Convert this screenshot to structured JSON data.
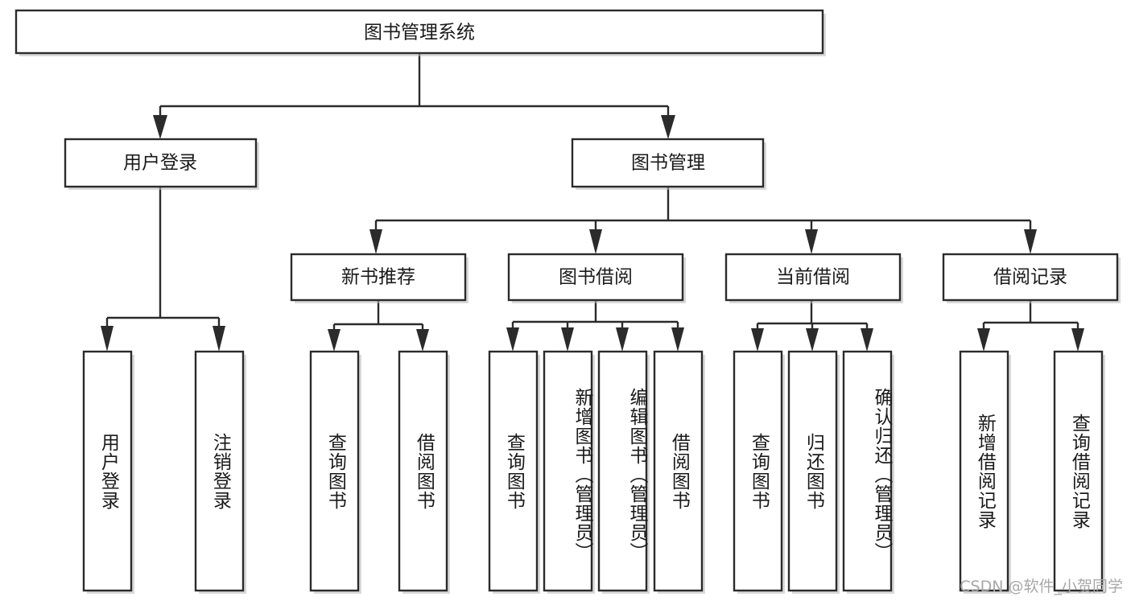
{
  "diagram": {
    "type": "tree",
    "title": "图书管理系统",
    "watermark": "CSDN @软件_小贺同学",
    "colors": {
      "stroke": "#2b2b2b",
      "fill": "#ffffff",
      "text": "#1a1a1a",
      "watermark": "#a8a8a8",
      "background": "#ffffff"
    },
    "root": {
      "label": "图书管理系统"
    },
    "level2": [
      {
        "label": "用户登录"
      },
      {
        "label": "图书管理"
      }
    ],
    "level3": [
      {
        "label": "新书推荐"
      },
      {
        "label": "图书借阅"
      },
      {
        "label": "当前借阅"
      },
      {
        "label": "借阅记录"
      }
    ],
    "leaves": [
      {
        "label": "用户登录",
        "parent": "用户登录"
      },
      {
        "label": "注销登录",
        "parent": "用户登录"
      },
      {
        "label": "查询图书",
        "parent": "新书推荐"
      },
      {
        "label": "借阅图书",
        "parent": "新书推荐"
      },
      {
        "label": "查询图书",
        "parent": "图书借阅"
      },
      {
        "label": "新增图书（管理员）",
        "parent": "图书借阅"
      },
      {
        "label": "编辑图书（管理员）",
        "parent": "图书借阅"
      },
      {
        "label": "借阅图书",
        "parent": "图书借阅"
      },
      {
        "label": "查询图书",
        "parent": "当前借阅"
      },
      {
        "label": "归还图书",
        "parent": "当前借阅"
      },
      {
        "label": "确认归还（管理员）",
        "parent": "当前借阅"
      },
      {
        "label": "新增借阅记录",
        "parent": "借阅记录"
      },
      {
        "label": "查询借阅记录",
        "parent": "借阅记录"
      }
    ]
  }
}
